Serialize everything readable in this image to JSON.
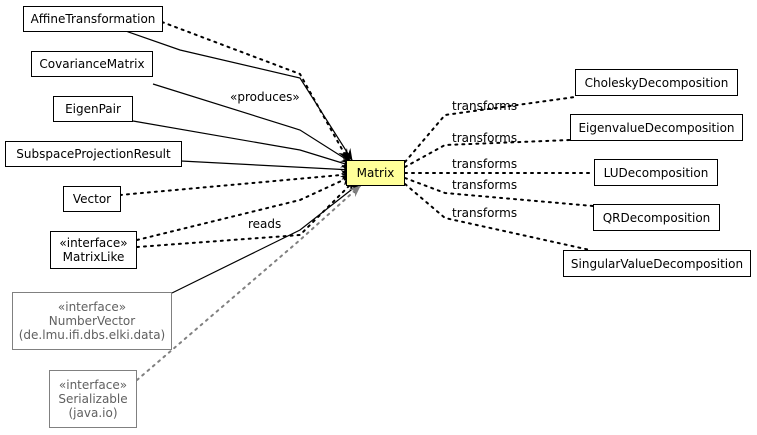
{
  "nodes": {
    "affine": {
      "label": "AffineTransformation"
    },
    "covariance": {
      "label": "CovarianceMatrix"
    },
    "eigenpair": {
      "label": "EigenPair"
    },
    "subspace": {
      "label": "SubspaceProjectionResult"
    },
    "vector": {
      "label": "Vector"
    },
    "matrixlike": {
      "stereotype": "«interface»",
      "label": "MatrixLike"
    },
    "numbervector": {
      "stereotype": "«interface»",
      "label": "NumberVector",
      "package": "(de.lmu.ifi.dbs.elki.data)"
    },
    "serializable": {
      "stereotype": "«interface»",
      "label": "Serializable",
      "package": "(java.io)"
    },
    "matrix": {
      "label": "Matrix"
    },
    "cholesky": {
      "label": "CholeskyDecomposition"
    },
    "eigenvalue": {
      "label": "EigenvalueDecomposition"
    },
    "lu": {
      "label": "LUDecomposition"
    },
    "qr": {
      "label": "QRDecomposition"
    },
    "svd": {
      "label": "SingularValueDecomposition"
    }
  },
  "edge_labels": {
    "produces": "«produces»",
    "reads": "reads",
    "transforms_1": "transforms",
    "transforms_2": "transforms",
    "transforms_3": "transforms",
    "transforms_4": "transforms",
    "transforms_5": "transforms"
  },
  "colors": {
    "focus_fill": "#ffff99",
    "line": "#000000",
    "external_line": "#808080"
  }
}
